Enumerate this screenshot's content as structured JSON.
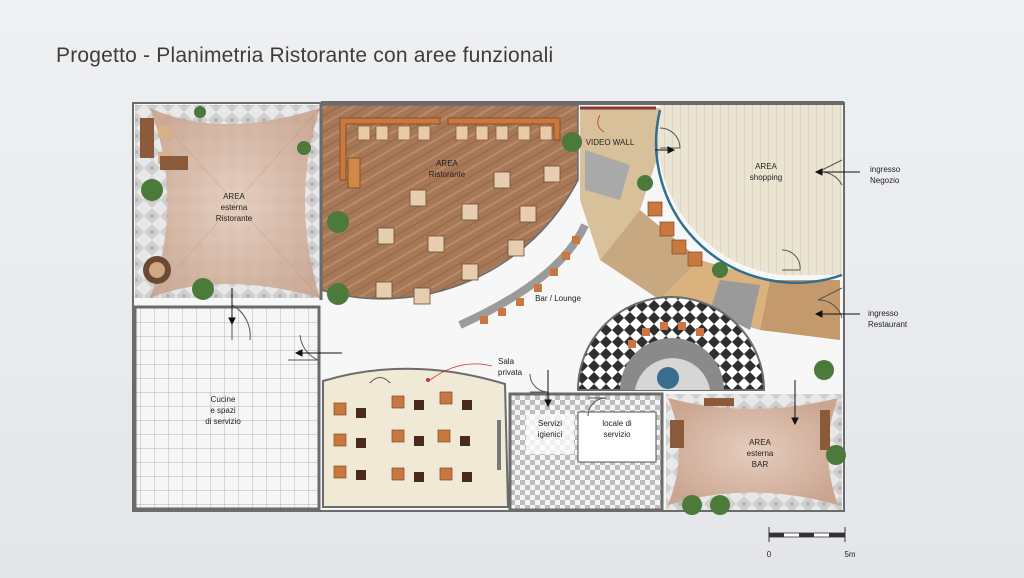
{
  "title": "Progetto - Planimetria Ristorante con aree funzionali",
  "labels": {
    "area_ristorante": [
      "AREA",
      "Ristorante"
    ],
    "area_esterna_ristorante": [
      "AREA",
      "esterna",
      "Ristorante"
    ],
    "video_wall": "VIDEO WALL",
    "area_shopping": [
      "AREA",
      "shopping"
    ],
    "ingresso_negozio": [
      "ingresso",
      "Negozio"
    ],
    "bar_lounge": "Bar / Lounge",
    "ingresso_restaurant": [
      "ingresso",
      "Restaurant"
    ],
    "cucine": [
      "Cucine",
      "e spazi",
      "di servizio"
    ],
    "sala_privata": [
      "Sala",
      "privata"
    ],
    "servizi_igienici": [
      "Servizi",
      "igienici"
    ],
    "locale_servizio": [
      "locale di",
      "servizio"
    ],
    "area_esterna_bar": [
      "AREA",
      "esterna",
      "BAR"
    ]
  },
  "scale_bar": {
    "start": "0",
    "end": "5m"
  },
  "colors": {
    "wall": "#6b6b6b",
    "wood": "#a87a5a",
    "shopping_floor": "#ece5d4",
    "kitchen_tile": "#f2f2f2",
    "sala_floor": "#efe9d6",
    "awning": "#d9b8a4",
    "sofa": "#c7783e",
    "plant": "#4b7a3a"
  }
}
